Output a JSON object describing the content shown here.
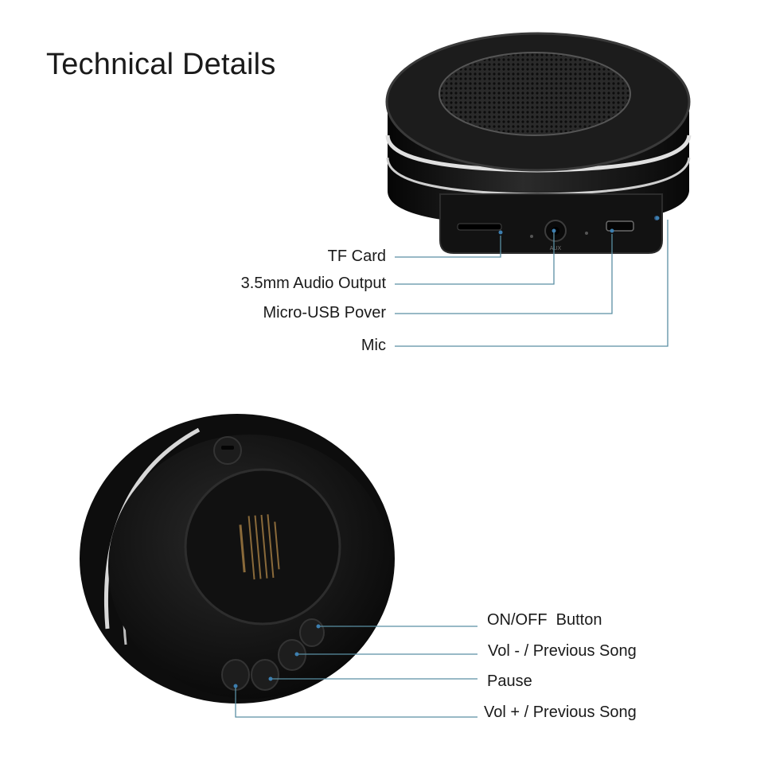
{
  "title": "Technical Details",
  "top_callouts": {
    "tf_card": "TF Card",
    "audio_out": "3.5mm Audio Output",
    "usb_power": "Micro-USB Pover",
    "mic": "Mic"
  },
  "bottom_callouts": {
    "on_off": "ON/OFF  Button",
    "vol_minus": "Vol - / Previous Song",
    "pause": "Pause",
    "vol_plus": "Vol + / Previous Song"
  },
  "port_markings": {
    "aux": "AUX"
  },
  "colors": {
    "leader_line": "#5a8fa3",
    "body": "#151515",
    "ring": "#d8d8d8"
  }
}
